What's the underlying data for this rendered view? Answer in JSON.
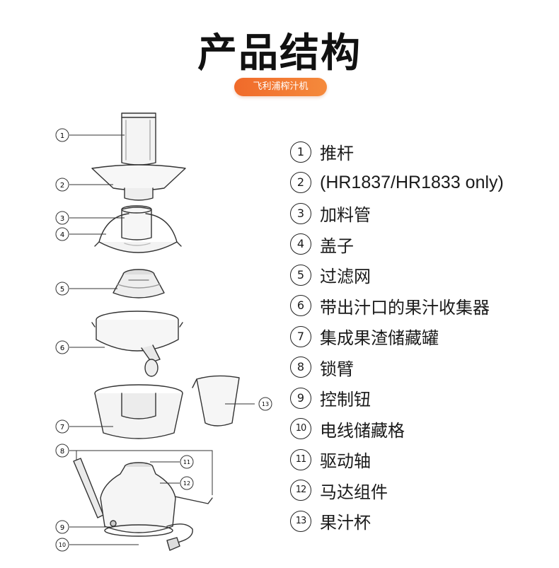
{
  "header": {
    "title": "产品结构",
    "badge": "飞利浦榨汁机"
  },
  "callouts": [
    "1",
    "2",
    "3",
    "4",
    "5",
    "6",
    "7",
    "8",
    "9",
    "10",
    "11",
    "12",
    "13"
  ],
  "legend": [
    {
      "num": "1",
      "label": "推杆"
    },
    {
      "num": "2",
      "label": "(HR1837/HR1833 only)"
    },
    {
      "num": "3",
      "label": "加料管"
    },
    {
      "num": "4",
      "label": "盖子"
    },
    {
      "num": "5",
      "label": "过滤网"
    },
    {
      "num": "6",
      "label": "带出汁口的果汁收集器"
    },
    {
      "num": "7",
      "label": "集成果渣储藏罐"
    },
    {
      "num": "8",
      "label": "锁臂"
    },
    {
      "num": "9",
      "label": "控制钮"
    },
    {
      "num": "10",
      "label": "电线储藏格"
    },
    {
      "num": "11",
      "label": "驱动轴"
    },
    {
      "num": "12",
      "label": "马达组件"
    },
    {
      "num": "13",
      "label": "果汁杯"
    }
  ],
  "colors": {
    "badge_start": "#f06a2a",
    "badge_end": "#f58a3c",
    "line": "#333333"
  }
}
